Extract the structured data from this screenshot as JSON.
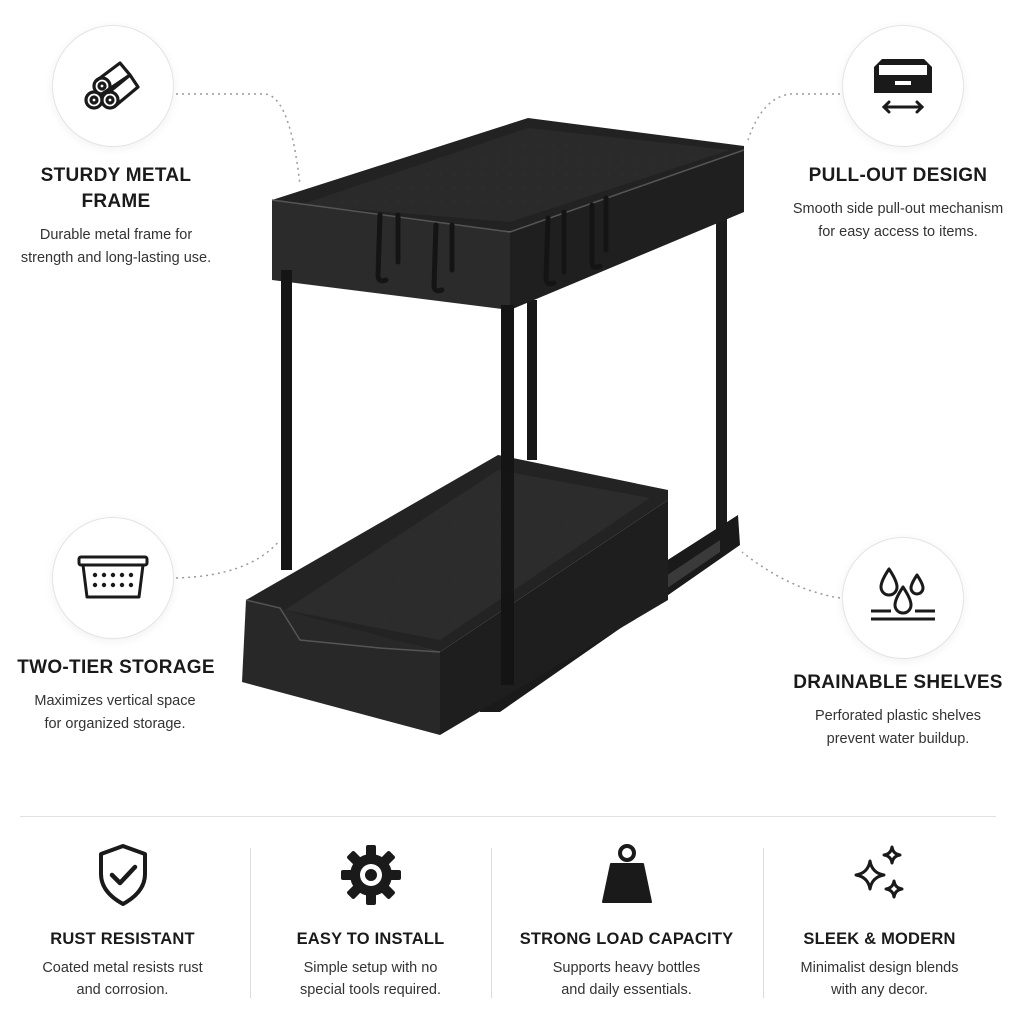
{
  "features": {
    "frame": {
      "title": "STURDY METAL\nFRAME",
      "desc": "Durable metal frame for\nstrength and long-lasting use.",
      "icon": "metal-tubes-icon"
    },
    "pullout": {
      "title": "PULL-OUT DESIGN",
      "desc": "Smooth side pull-out mechanism\nfor easy access to items.",
      "icon": "pull-out-drawer-icon"
    },
    "tiers": {
      "title": "TWO-TIER STORAGE",
      "desc": "Maximizes vertical space\nfor organized storage.",
      "icon": "basket-icon"
    },
    "drain": {
      "title": "DRAINABLE SHELVES",
      "desc": "Perforated plastic shelves\nprevent water buildup.",
      "icon": "water-drops-icon"
    }
  },
  "bottom": [
    {
      "title": "RUST RESISTANT",
      "desc": "Coated metal resists rust\nand corrosion.",
      "icon": "shield-check-icon"
    },
    {
      "title": "EASY TO INSTALL",
      "desc": "Simple setup with no\nspecial tools required.",
      "icon": "gear-icon"
    },
    {
      "title": "STRONG LOAD CAPACITY",
      "desc": "Supports heavy bottles\nand daily essentials.",
      "icon": "weight-icon"
    },
    {
      "title": "SLEEK & MODERN",
      "desc": "Minimalist design blends\nwith any decor.",
      "icon": "sparkle-icon"
    }
  ],
  "colors": {
    "product": "#1c1c1c",
    "accent": "#1a1a1a",
    "divider": "#dcdcdc"
  }
}
